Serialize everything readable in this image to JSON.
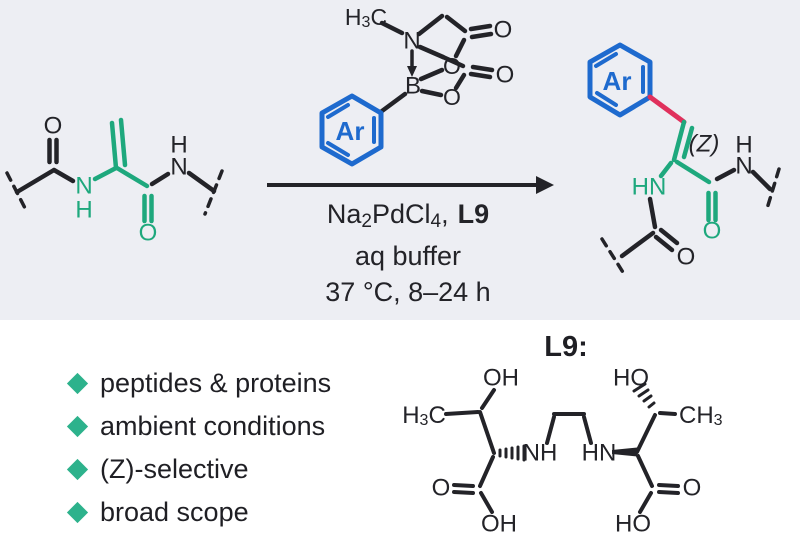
{
  "colors": {
    "green": "#1ea87d",
    "blue": "#1e6ace",
    "red": "#e0305c",
    "ink": "#232328",
    "teal_bullet": "#2db28c",
    "panel_bg": "#edeef3",
    "page_bg": "#ffffff"
  },
  "reaction": {
    "reactant": {
      "o_left": "O",
      "n_amide": "N",
      "h_amide": "H",
      "o_right": "O",
      "n_right": "N",
      "h_right": "H"
    },
    "reagent": {
      "h3c_h": "H",
      "h3c_sub": "3",
      "h3c_c": "C",
      "n": "N",
      "b": "B",
      "o_ring_upper": "O",
      "o_ring_lower": "O",
      "o_carbonyl_upper": "O",
      "o_carbonyl_lower": "O",
      "ar": "Ar"
    },
    "conditions": {
      "cat_main": "Na",
      "cat_sub1": "2",
      "cat_mid": "PdCl",
      "cat_sub2": "4",
      "comma": ",",
      "ligand": "L9",
      "line2": "aq buffer",
      "line3": "37 °C, 8–24 h"
    },
    "product": {
      "ar": "Ar",
      "z_label": "(Z)",
      "hn": "HN",
      "o_green": "O",
      "h_right": "H",
      "n_right": "N",
      "o_black": "O"
    }
  },
  "features": {
    "bullet_icon": "diamond",
    "bullet_color": "#2db28c",
    "items": [
      "peptides & proteins",
      "ambient conditions",
      "(Z)-selective",
      "broad scope"
    ]
  },
  "ligand": {
    "title": "L9",
    "colon": ":",
    "oh_top_left": "OH",
    "h3c_h": "H",
    "h3c_sub": "3",
    "h3c_c": "C",
    "nh": "NH",
    "hn": "HN",
    "ho_top_right": "HO",
    "ch3_main": "CH",
    "ch3_sub": "3",
    "o_left": "O",
    "oh_bottom_left": "OH",
    "o_right": "O",
    "ho_bottom_right": "HO"
  }
}
